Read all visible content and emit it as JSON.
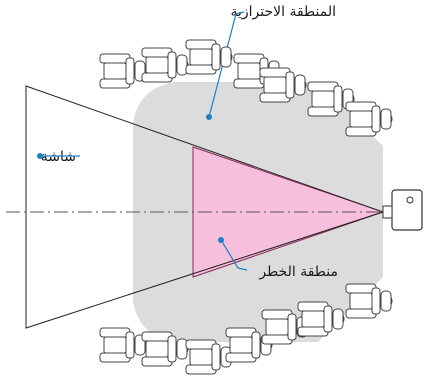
{
  "labels": {
    "protected_zone": "المنطقة الاحترازية",
    "screen": "شاشة",
    "danger_zone": "منطقة الخطر"
  },
  "colors": {
    "protected_zone_fill": "#dcdcdc",
    "danger_zone_fill": "#f6bfdc",
    "danger_zone_stroke": "#8a2b57",
    "leader": "#1f7fc4"
  },
  "icons": {
    "projector": "projector-icon",
    "seat": "theater-seat-icon"
  }
}
